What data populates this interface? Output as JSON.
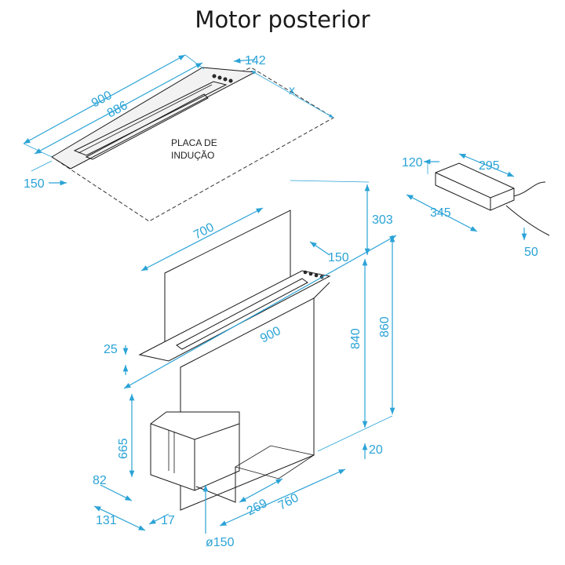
{
  "title": "Motor posterior",
  "hob_label": [
    "PLACA DE",
    "INDUÇÃO"
  ],
  "colors": {
    "dimension": "#2aa3d6",
    "outline": "#1a1a1a"
  },
  "dimensions": {
    "hob_900": "900",
    "hob_886": "886",
    "hob_142": "142",
    "hob_x": "x",
    "hob_150": "150",
    "motor_120": "120",
    "motor_295": "295",
    "motor_345": "345",
    "motor_50": "50",
    "main_700": "700",
    "main_303": "303",
    "main_150": "150",
    "main_900": "900",
    "main_25": "25",
    "main_840": "840",
    "main_860": "860",
    "main_20": "20",
    "main_665": "665",
    "main_82": "82",
    "main_131": "131",
    "main_17": "17",
    "main_269": "269",
    "main_760": "760",
    "main_150d": "ø150"
  }
}
